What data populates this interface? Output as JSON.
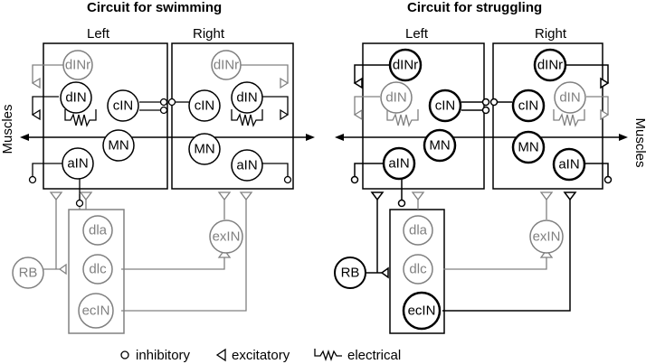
{
  "panels": [
    {
      "title": "Circuit for swimming",
      "left_label": "Left",
      "right_label": "Right",
      "muscles_label": "Muscles"
    },
    {
      "title": "Circuit for struggling",
      "left_label": "Left",
      "right_label": "Right",
      "muscles_label": "Muscles"
    }
  ],
  "neurons": {
    "dINr": "dINr",
    "dIN": "dIN",
    "cIN": "cIN",
    "MN": "MN",
    "aIN": "aIN",
    "dla": "dla",
    "dlc": "dlc",
    "ecIN": "ecIN",
    "exIN": "exIN",
    "RB": "RB"
  },
  "legend": {
    "inhibitory": "inhibitory",
    "excitatory": "excitatory",
    "electrical": "electrical"
  },
  "colors": {
    "active": "#000000",
    "inactive": "#808080"
  }
}
